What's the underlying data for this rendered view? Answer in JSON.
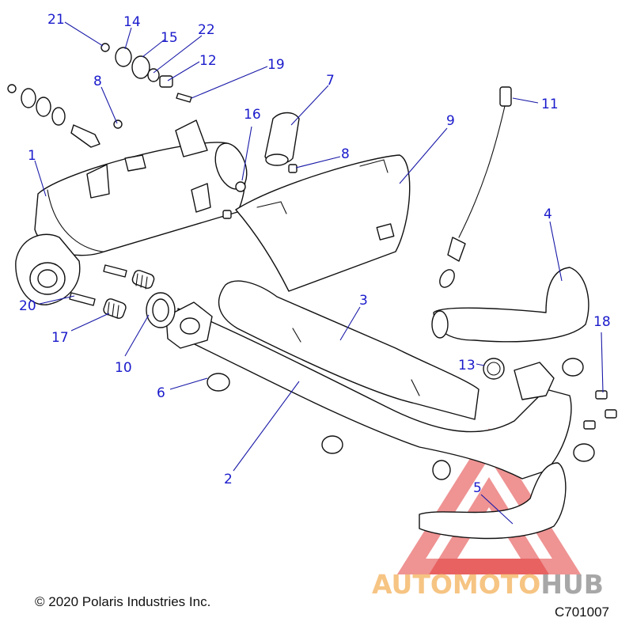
{
  "callouts": [
    "1",
    "2",
    "3",
    "4",
    "5",
    "6",
    "7",
    "8",
    "8",
    "9",
    "10",
    "11",
    "12",
    "13",
    "14",
    "15",
    "16",
    "17",
    "18",
    "19",
    "20",
    "21",
    "22"
  ],
  "watermark": {
    "part1": "AUTOMOTO",
    "part2": "HUB",
    "color1": "#f3b15a",
    "color2": "#8a8a8a",
    "shape_color": "#e23a3a"
  },
  "footer": {
    "copyright": "© 2020 Polaris Industries Inc.",
    "drawing_code": "C701007"
  },
  "colors": {
    "callout": "#1a1acc",
    "line_art": "#111111"
  }
}
